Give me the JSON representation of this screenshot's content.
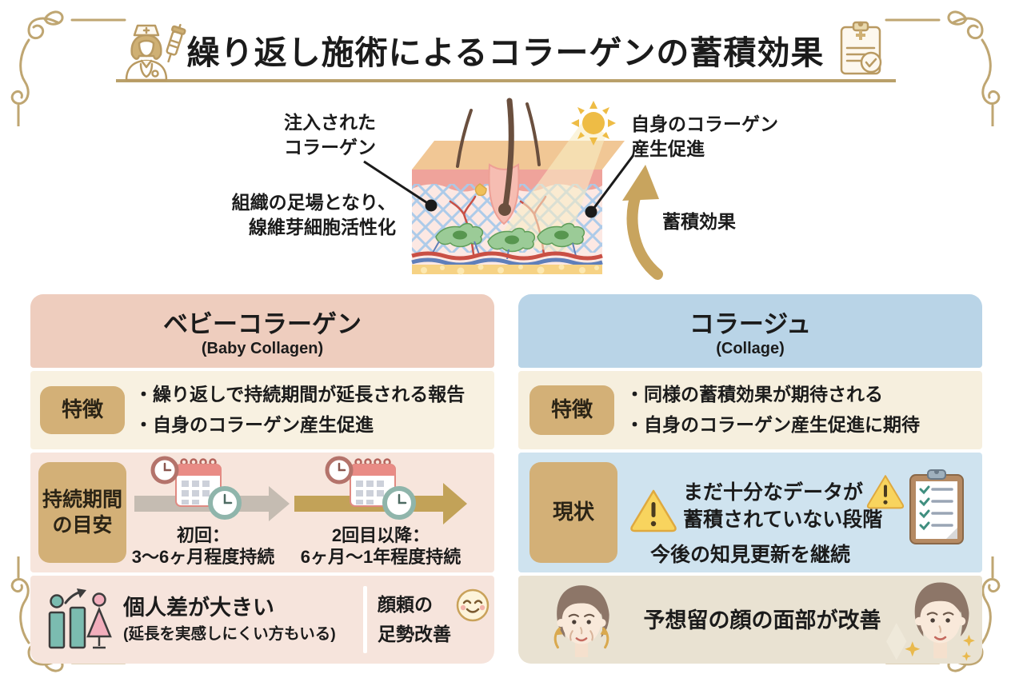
{
  "header": {
    "title": "繰り返し施術によるコラーゲンの蓄積効果"
  },
  "diagram": {
    "label_injected": "注入された\nコラーゲン",
    "label_scaffold": "組織の足場となり、\n線維芽細胞活性化",
    "label_self_production": "自身のコラーゲン\n産生促進",
    "label_accumulation": "蓄積効果"
  },
  "left_panel": {
    "title": "ベビーコラーゲン",
    "subtitle": "(Baby Collagen)",
    "feature_label": "特徴",
    "features": [
      "・繰り返しで持続期間が延長される報告",
      "・自身のコラーゲン産生促進"
    ],
    "duration_label": "持続期間\nの目安",
    "duration_steps": [
      {
        "title": "初回：",
        "value": "3〜6ヶ月程度持続"
      },
      {
        "title": "2回目以降：",
        "value": "6ヶ月〜1年程度持続"
      }
    ],
    "note_main": "個人差が大きい",
    "note_sub": "(延長を実感しにくい方もいる)",
    "note_right": "顔頼の\n足勢改善"
  },
  "right_panel": {
    "title": "コラージュ",
    "subtitle": "(Collage)",
    "feature_label": "特徴",
    "features": [
      "・同様の蓄積効果が期待される",
      "・自身のコラーゲン産生促進に期待"
    ],
    "status_label": "現状",
    "status_text": "まだ十分なデータが\n蓄積されていない段階",
    "status_followup": "今後の知見更新を継続",
    "note_text": "予想留の顔の面部が改善"
  },
  "icons": {
    "warning_mark": "!"
  },
  "colors": {
    "accent_gold": "#b9a06a",
    "tag_gold": "#d3b077",
    "left_header": "#eecdbe",
    "left_feature_bg": "#f8f1e1",
    "left_mid_bg": "#f7e5dc",
    "left_note_bg": "#f6e4dc",
    "right_header": "#b9d4e7",
    "right_feature_bg": "#f6efde",
    "right_mid_bg": "#cfe3ef",
    "right_note_bg": "#e9e2d2",
    "arrow_gray": "#c5bcb2",
    "arrow_gold": "#c2a258",
    "warning_yellow": "#f8d45e"
  }
}
